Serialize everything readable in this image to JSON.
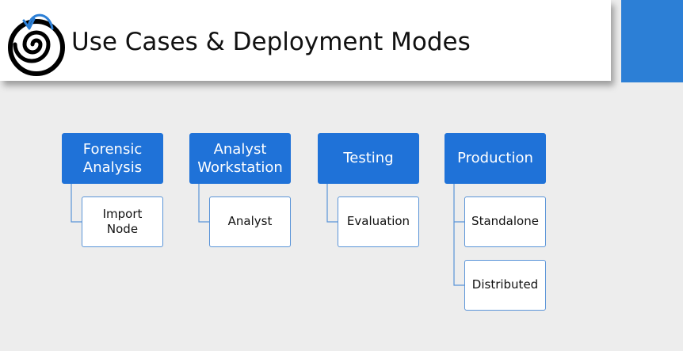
{
  "header": {
    "title": "Use Cases & Deployment Modes"
  },
  "diagram": {
    "columns": [
      {
        "label": "Forensic\nAnalysis",
        "children": [
          "Import\nNode"
        ]
      },
      {
        "label": "Analyst\nWorkstation",
        "children": [
          "Analyst"
        ]
      },
      {
        "label": "Testing",
        "children": [
          "Evaluation"
        ]
      },
      {
        "label": "Production",
        "children": [
          "Standalone",
          "Distributed"
        ]
      }
    ]
  },
  "colors": {
    "box_fill": "#1f72d8",
    "child_border": "#5a94d8",
    "accent": "#2c7fd6",
    "background": "#ededed"
  }
}
